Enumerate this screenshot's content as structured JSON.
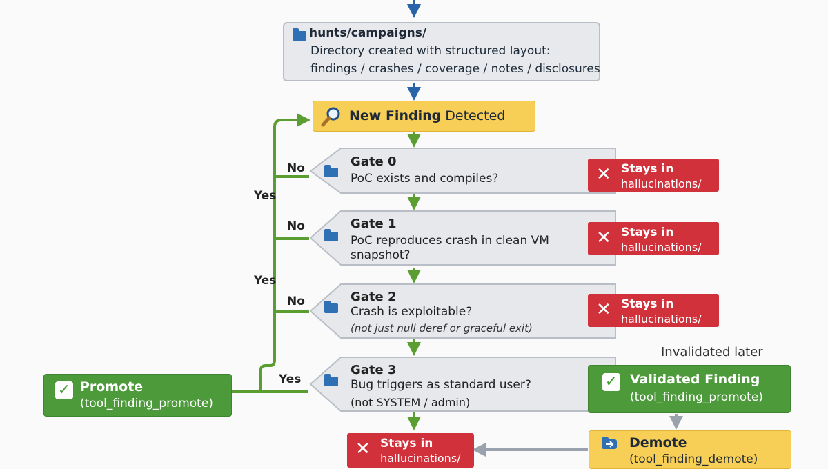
{
  "directory": {
    "title": "hunts/campaigns/",
    "line1": "Directory created with structured layout:",
    "line2": "findings / crashes / coverage / notes / disclosures"
  },
  "new_finding": {
    "bold": "New Finding",
    "rest": " Detected"
  },
  "gates": [
    {
      "title": "Gate 0",
      "question": "PoC exists and compiles?",
      "branch_label": "No"
    },
    {
      "title": "Gate 1",
      "question": "PoC reproduces crash in clean VM",
      "question2": "snapshot?",
      "branch_label": "No"
    },
    {
      "title": "Gate 2",
      "question": "Crash is exploitable?",
      "note": "(not just null deref or graceful exit)",
      "branch_label": "No"
    },
    {
      "title": "Gate 3",
      "question": "Bug triggers as standard user?",
      "note": "(not SYSTEM / admin)",
      "branch_label": "Yes"
    }
  ],
  "loop_labels": [
    "Yes",
    "Yes"
  ],
  "fail_tag": {
    "line1": "Stays in",
    "line2": "hallucinations/"
  },
  "promote": {
    "title": "Promote",
    "tool": "(tool_finding_promote)"
  },
  "validated": {
    "title": "Validated Finding",
    "tool": "(tool_finding_promote)",
    "note": "Invalidated later"
  },
  "demote": {
    "title": "Demote",
    "tool": "(tool_finding_demote)"
  },
  "colors": {
    "flow_blue": "#2a64a8",
    "loop_green": "#5a9e32",
    "fail_red": "#d1313a",
    "success_green": "#4c9a3a",
    "highlight_yellow": "#f7cf56",
    "gate_gray": "#e6e8ec"
  },
  "icons": {
    "folder": "folder-icon",
    "search": "magnifier-icon",
    "cross": "cross-icon",
    "check": "check-icon",
    "demote": "demote-arrow-icon"
  }
}
